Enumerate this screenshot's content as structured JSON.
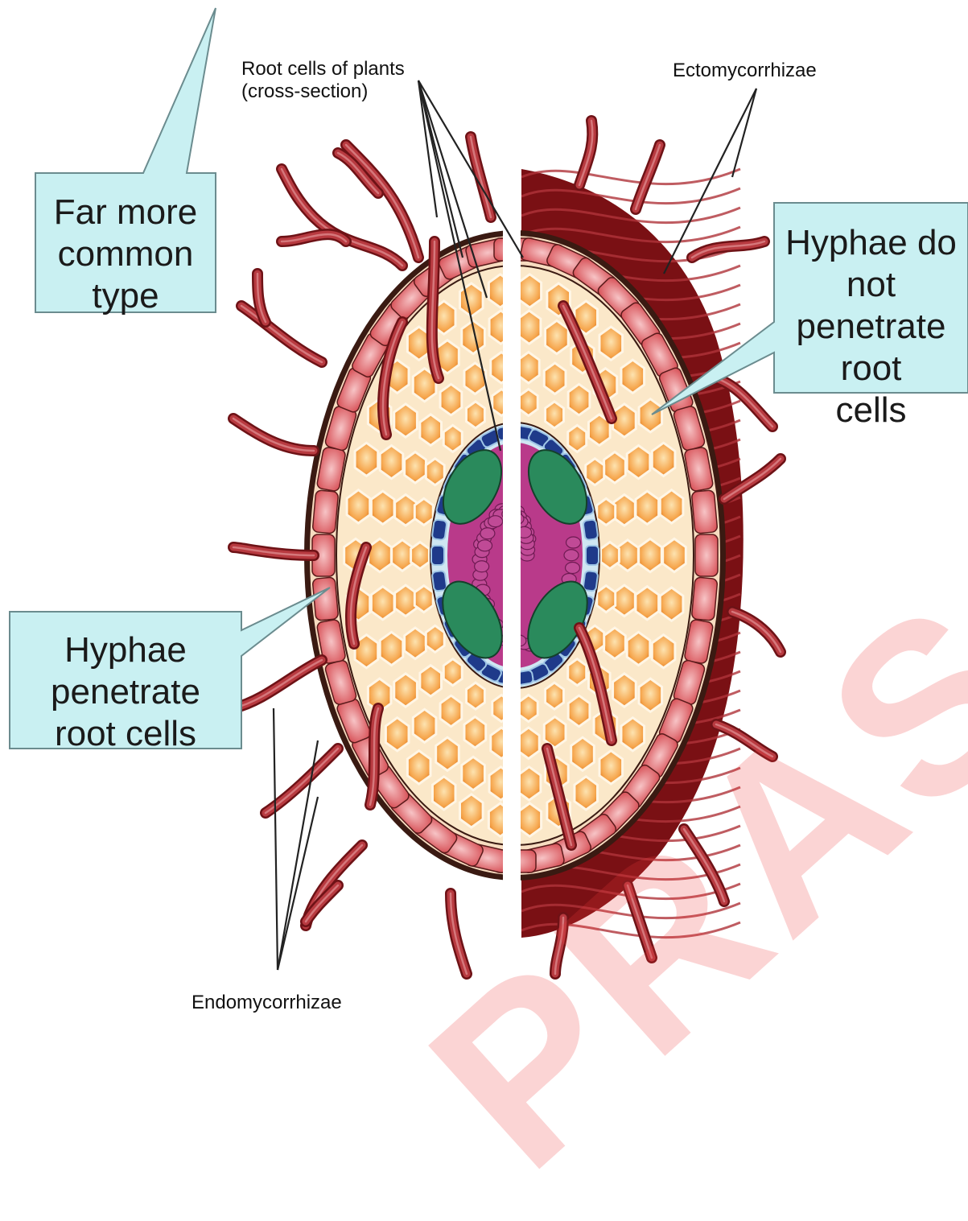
{
  "labels": {
    "root_cells_line1": "Root cells of plants",
    "root_cells_line2": "(cross-section)",
    "ectomycorrhizae": "Ectomycorrhizae",
    "endomycorrhizae": "Endomycorrhizae",
    "far_more_line1": "Far more",
    "far_more_line2": "common type",
    "ecto_callout_line1": "Hyphae do not",
    "ecto_callout_line2": "penetrate root",
    "ecto_callout_line3": "cells",
    "endo_callout_line1": "Hyphae penetrate",
    "endo_callout_line2": "root cells"
  },
  "colors": {
    "callout_fill": "#c9f0f2",
    "callout_stroke": "#6b8c8f",
    "hypha": "#9b1f27",
    "hypha_light": "#c85a5f",
    "epidermis": "#e8767a",
    "cortex_cell": "#f5a24a",
    "endodermis": "#1f3a8a",
    "xylem": "#2a8a5c",
    "phloem": "#a0307a",
    "mantle": "#7a1014"
  }
}
